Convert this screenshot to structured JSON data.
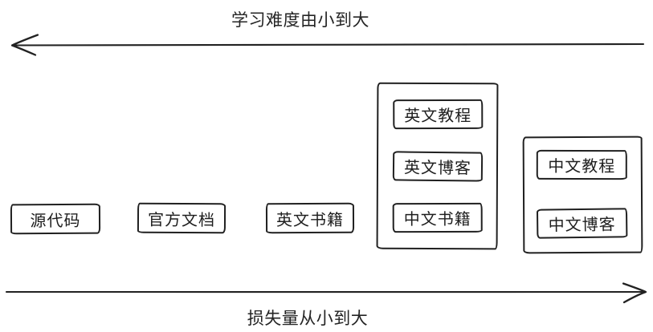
{
  "meta": {
    "background_color": "#ffffff",
    "stroke_color": "#202020",
    "text_color": "#1e1e1e",
    "style": "hand-drawn sketch diagram"
  },
  "axes": {
    "top": {
      "label": "学习难度由小到大",
      "arrow_direction": "left"
    },
    "bottom": {
      "label": "损失量从小到大",
      "arrow_direction": "right"
    }
  },
  "nodes": [
    {
      "label": "源代码"
    },
    {
      "label": "官方文档"
    },
    {
      "label": "英文书籍"
    }
  ],
  "groups": [
    {
      "items": [
        {
          "label": "英文教程"
        },
        {
          "label": "英文博客"
        },
        {
          "label": "中文书籍"
        }
      ]
    },
    {
      "items": [
        {
          "label": "中文教程"
        },
        {
          "label": "中文博客"
        }
      ]
    }
  ]
}
